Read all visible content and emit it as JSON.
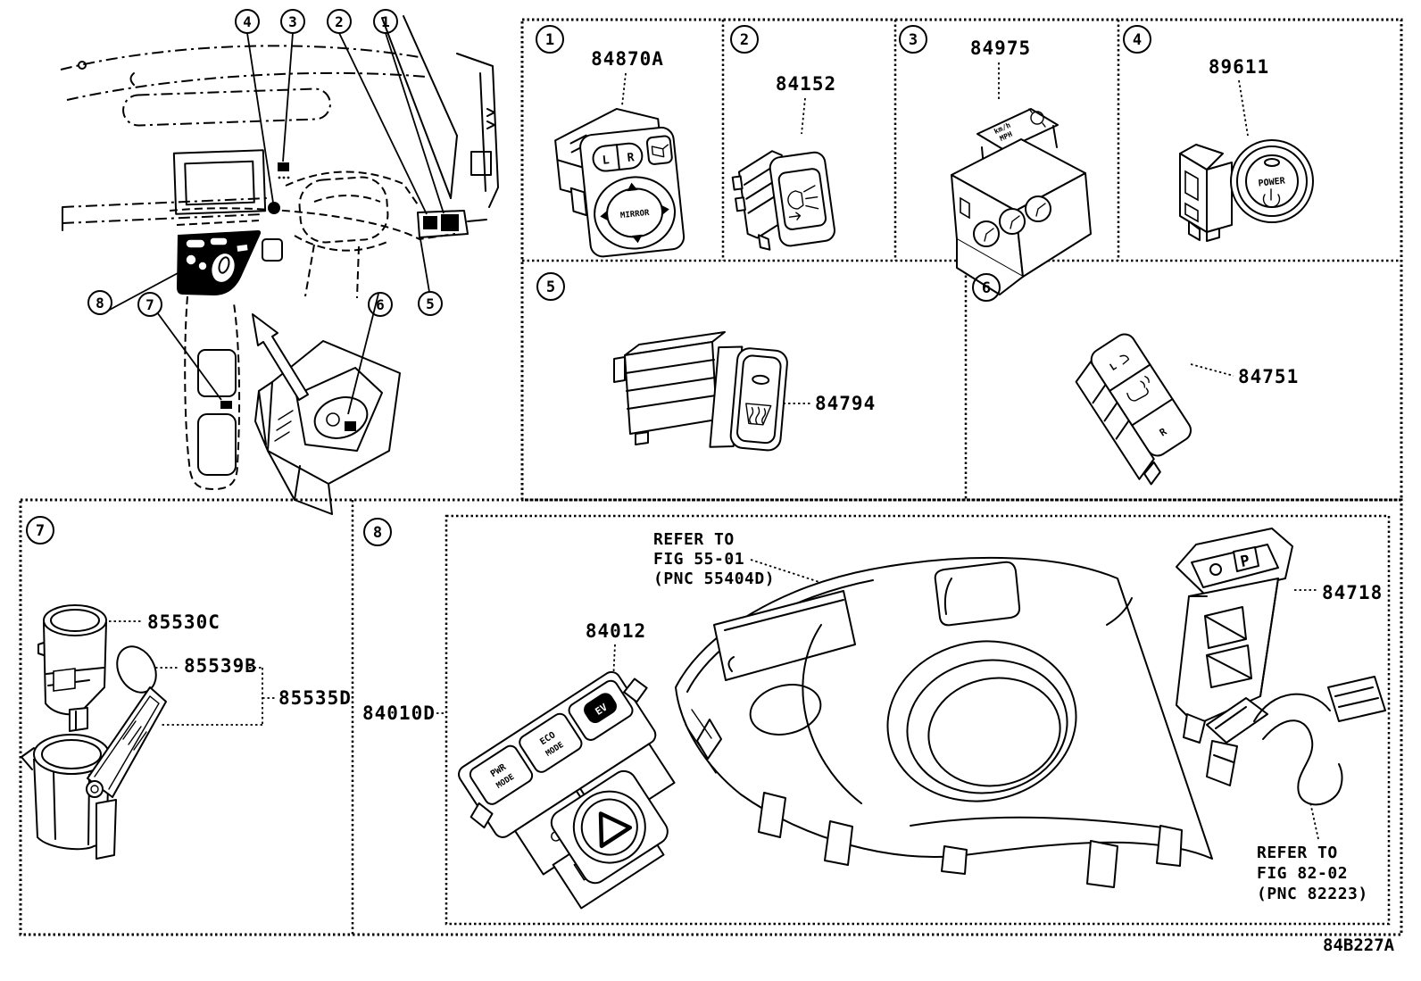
{
  "doc": {
    "code": "84B227A"
  },
  "dash": {
    "n1": "1",
    "n2": "2",
    "n3": "3",
    "n4": "4",
    "n5": "5",
    "n6": "6",
    "n7": "7",
    "n8": "8"
  },
  "cells": {
    "c1": {
      "num": "1",
      "part": "84870A",
      "lbl_l": "L",
      "lbl_r": "R",
      "lbl_mirror": "MIRROR"
    },
    "c2": {
      "num": "2",
      "part": "84152"
    },
    "c3": {
      "num": "3",
      "part": "84975",
      "lbl_kmh": "km/h",
      "lbl_mph": "MPH"
    },
    "c4": {
      "num": "4",
      "part": "89611",
      "lbl_power": "POWER"
    },
    "c5": {
      "num": "5",
      "part": "84794"
    },
    "c6": {
      "num": "6",
      "part": "84751",
      "lbl_l": "L",
      "lbl_r": "R"
    },
    "c7": {
      "num": "7",
      "part_socket": "85530C",
      "part_cap": "85539B",
      "part_assy": "85535D"
    },
    "c8": {
      "num": "8",
      "part_assy": "84010D",
      "part_switch": "84012",
      "part_park": "84718",
      "ref55": {
        "l1": "REFER TO",
        "l2": "FIG 55-01",
        "l3": "(PNC 55404D)"
      },
      "ref82": {
        "l1": "REFER TO",
        "l2": "FIG 82-02",
        "l3": "(PNC 82223)"
      },
      "lbl_pwr1": "PWR",
      "lbl_pwr2": "MODE",
      "lbl_eco1": "ECO",
      "lbl_eco2": "MODE",
      "lbl_ev": "EV",
      "lbl_p": "P"
    }
  }
}
